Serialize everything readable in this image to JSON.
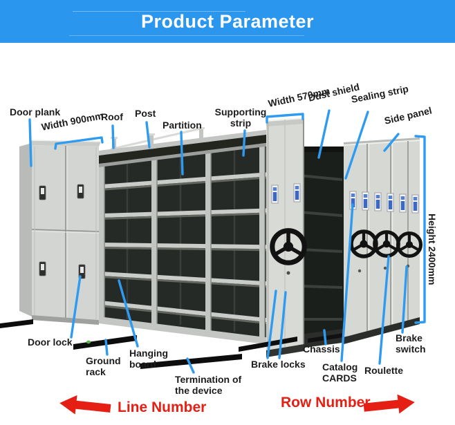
{
  "banner": {
    "title": "Product Parameter"
  },
  "colors": {
    "banner_bg": "#2a96ee",
    "leader_blue": "#2f9bf0",
    "accent_red": "#e51f14",
    "cabinet_gray": "#d2d5d1",
    "interior_dark": "#262a26"
  },
  "labels": {
    "door_plank": "Door plank",
    "width_front": "Width 900mm",
    "roof": "Roof",
    "post": "Post",
    "partition": "Partition",
    "supporting_strip": "Supporting strip",
    "width_side": "Width 570mm",
    "dust_shield": "Dust shield",
    "sealing_strip": "Sealing strip",
    "side_panel": "Side panel",
    "height": "Height 2400mm",
    "door_lock": "Door lock",
    "ground_rack": "Ground rack",
    "hanging_board": "Hanging board",
    "termination": "Termination of the device",
    "brake_locks": "Brake locks",
    "chassis": "Chassis",
    "catalog_cards": "Catalog CARDS",
    "roulette": "Roulette",
    "brake_switch": "Brake switch"
  },
  "footer": {
    "line_number": "Line Number",
    "row_number": "Row Number"
  }
}
